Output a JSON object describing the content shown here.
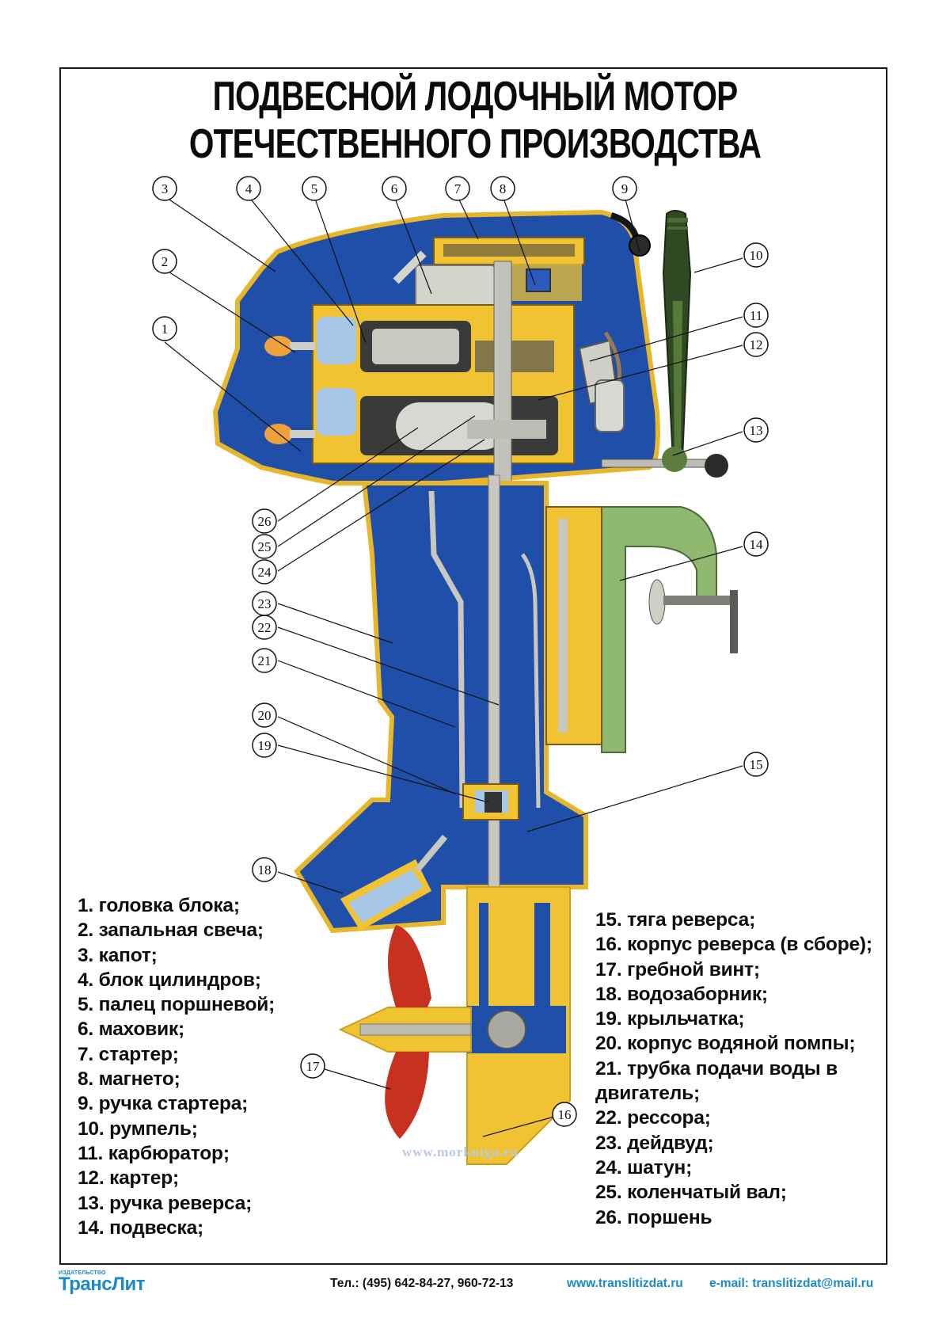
{
  "title": {
    "line1": "ПОДВЕСНОЙ ЛОДОЧНЫЙ МОТОР",
    "line2": "ОТЕЧЕСТВЕННОГО ПРОИЗВОДСТВА"
  },
  "colors": {
    "water_blue": "#1f4fa8",
    "housing_yellow": "#f1c232",
    "propeller_red": "#c8311f",
    "suspension_green": "#8fb870",
    "tiller_dark_green": "#2f4a22",
    "metal_grey": "#cfcfc8",
    "spark_orange": "#f0a23a",
    "link_blue": "#1b8ac8"
  },
  "callouts": [
    {
      "num": "1"
    },
    {
      "num": "2"
    },
    {
      "num": "3"
    },
    {
      "num": "4"
    },
    {
      "num": "5"
    },
    {
      "num": "6"
    },
    {
      "num": "7"
    },
    {
      "num": "8"
    },
    {
      "num": "9"
    },
    {
      "num": "10"
    },
    {
      "num": "11"
    },
    {
      "num": "12"
    },
    {
      "num": "13"
    },
    {
      "num": "14"
    },
    {
      "num": "15"
    },
    {
      "num": "16"
    },
    {
      "num": "17"
    },
    {
      "num": "18"
    },
    {
      "num": "19"
    },
    {
      "num": "20"
    },
    {
      "num": "21"
    },
    {
      "num": "22"
    },
    {
      "num": "23"
    },
    {
      "num": "24"
    },
    {
      "num": "25"
    },
    {
      "num": "26"
    }
  ],
  "legend_left": [
    "1. головка блока;",
    "2. запальная свеча;",
    "3. капот;",
    "4. блок цилиндров;",
    "5. палец поршневой;",
    "6. маховик;",
    "7. стартер;",
    "8. магнето;",
    "9. ручка стартера;",
    "10. румпель;",
    "11. карбюратор;",
    "12. картер;",
    "13. ручка реверса;",
    "14. подвеска;"
  ],
  "legend_right": [
    "15. тяга реверса;",
    "16. корпус реверса (в сборе);",
    "17. гребной винт;",
    "18. водозаборник;",
    "19. крыльчатка;",
    "20. корпус водяной помпы;",
    "21. трубка подачи воды в двигатель;",
    "22. рессора;",
    "23. дейдвуд;",
    "24. шатун;",
    "25. коленчатый вал;",
    "26. поршень"
  ],
  "watermark": "www.morkniga.ru",
  "footer": {
    "publisher_small": "ИЗДАТЕЛЬСТВО",
    "publisher_brand": "ТрансЛит",
    "phone": "Тел.: (495) 642-84-27, 960-72-13",
    "website": "www.translitizdat.ru",
    "email": "e-mail: translitizdat@mail.ru"
  }
}
